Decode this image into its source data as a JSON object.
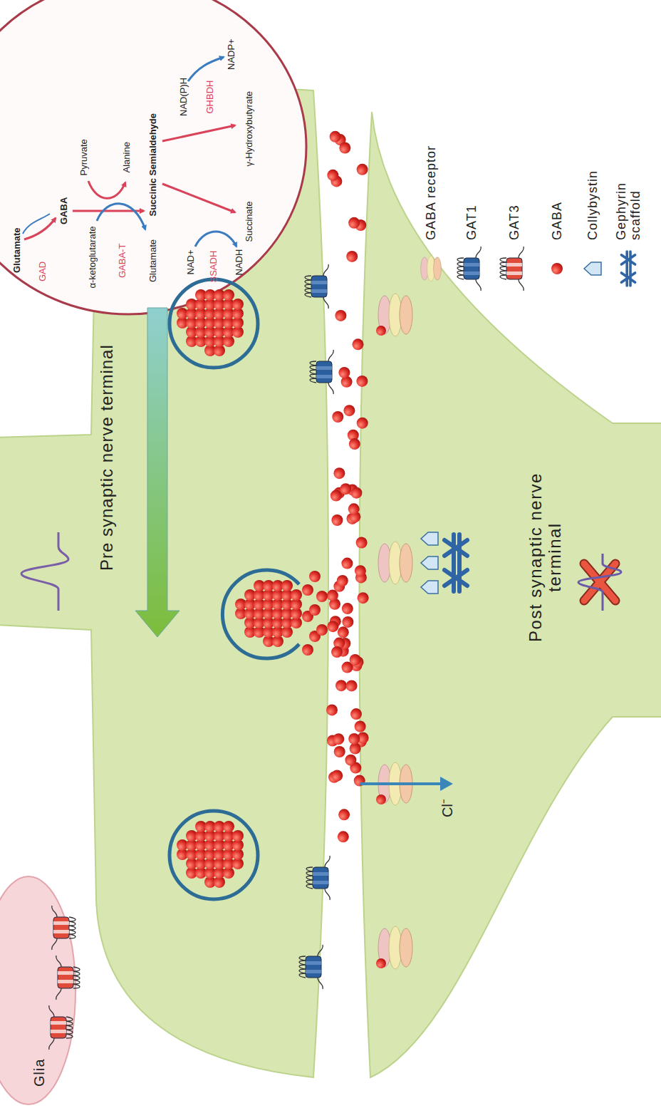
{
  "diagram": {
    "nodes": [
      {
        "text": [
          "Pre synaptic nerve terminal"
        ]
      },
      {
        "text": [
          "Glutamate",
          "GAD",
          "GABA",
          "α-ketoglutarate",
          "GABA-T",
          "Pyruvate",
          "Alanine",
          "Glutamate",
          "Succinic Semialdehyde",
          "NAD+",
          "SSADH",
          "NADH",
          "Succinate",
          "NAD(P)H",
          "GHBDH",
          "NADP+",
          "γ-Hydroxybutyrate"
        ]
      },
      {
        "text": [
          "Glia"
        ]
      },
      {
        "text": [
          "Post synaptic nerve terminal"
        ]
      }
    ],
    "labels": [
      "Cl⁻"
    ],
    "legend": [
      {
        "text": "GABA receptor"
      },
      {
        "text": "GAT1"
      },
      {
        "text": "GAT3"
      },
      {
        "text": "GABA"
      },
      {
        "text": "Collybystin"
      },
      {
        "text": "Gephyrin scaffold"
      }
    ]
  }
}
